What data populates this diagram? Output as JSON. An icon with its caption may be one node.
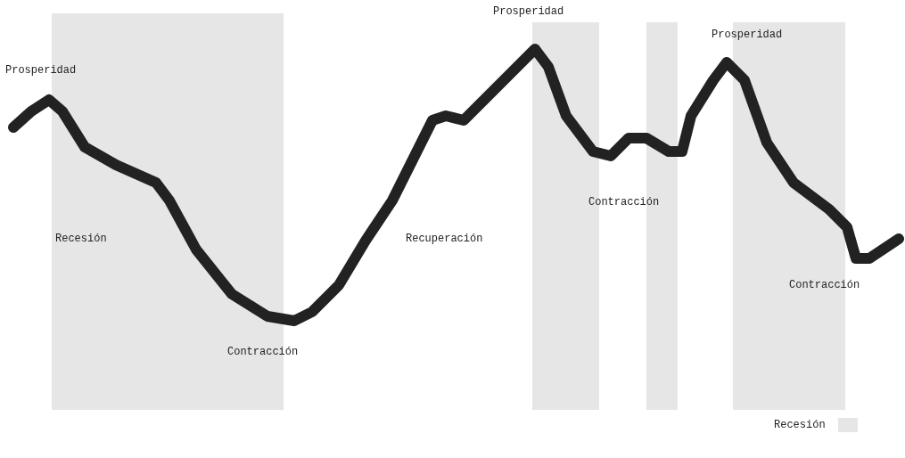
{
  "diagram": {
    "labels": [
      "Prosperidad",
      "Prosperidad",
      "Prosperidad",
      "Contracción",
      "Recesión",
      "Recuperación",
      "Contracción",
      "Contracción"
    ],
    "legend": [
      {
        "text": "Recesión",
        "color": "#e6e6e6"
      }
    ]
  }
}
